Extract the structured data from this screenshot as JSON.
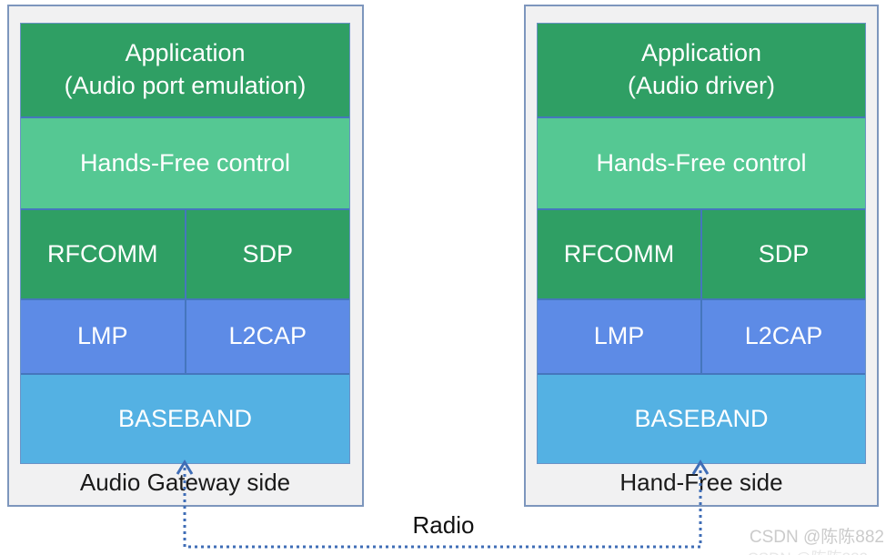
{
  "left_stack": {
    "application_line1": "Application",
    "application_line2": "(Audio port emulation)",
    "hands_free_control": "Hands-Free control",
    "rfcomm": "RFCOMM",
    "sdp": "SDP",
    "lmp": "LMP",
    "l2cap": "L2CAP",
    "baseband": "BASEBAND",
    "side_label": "Audio Gateway side"
  },
  "right_stack": {
    "application_line1": "Application",
    "application_line2": "(Audio driver)",
    "hands_free_control": "Hands-Free control",
    "rfcomm": "RFCOMM",
    "sdp": "SDP",
    "lmp": "LMP",
    "l2cap": "L2CAP",
    "baseband": "BASEBAND",
    "side_label": "Hand-Free side"
  },
  "connector": {
    "label": "Radio"
  },
  "watermark": {
    "text": "CSDN @陈陈882"
  },
  "colors": {
    "green_dark": "#2f9f64",
    "green_mint": "#55c893",
    "blue_mid": "#5d8be6",
    "blue_sky": "#54b1e3",
    "divider_blue": "#4576bd",
    "connector_blue": "#3f6db6",
    "box_fill": "#f1f1f2",
    "box_border": "#7d96bd",
    "block_text": "#ffffff",
    "label_text": "#1a1a1a",
    "watermark_gray": "#cbcbcb"
  }
}
